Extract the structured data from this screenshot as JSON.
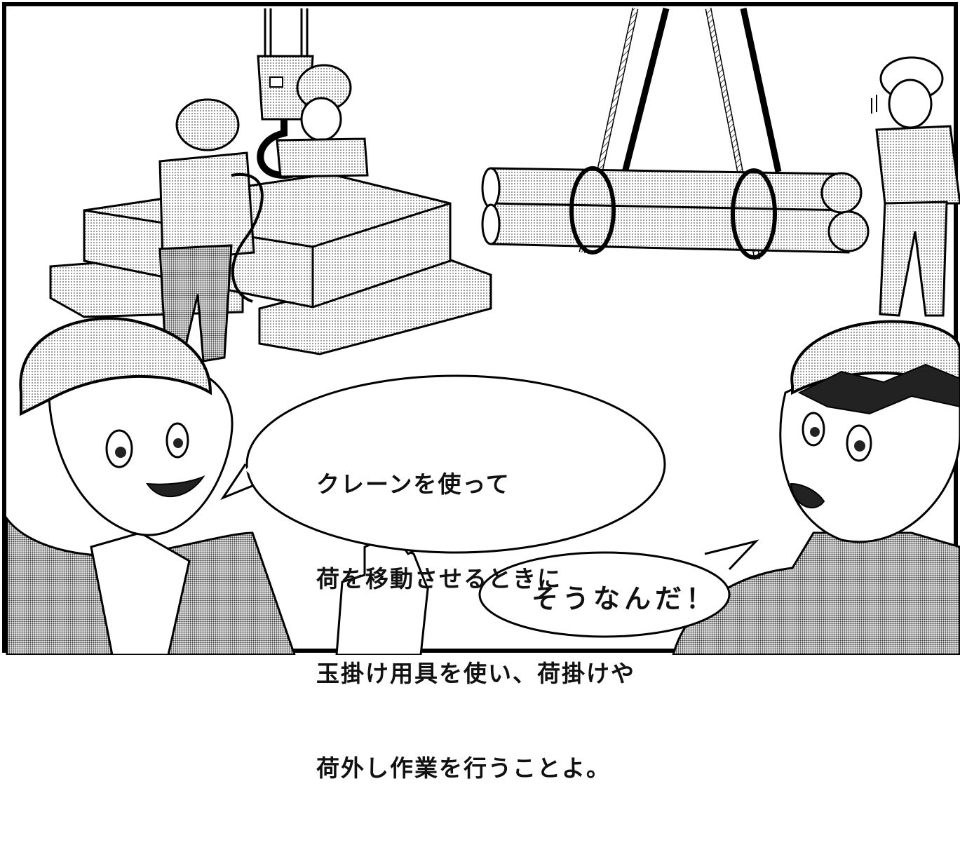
{
  "panel": {
    "speech_left": {
      "lines": [
        "クレーンを使って",
        "荷を移動させるときに",
        "玉掛け用具を使い、荷掛けや",
        "荷外し作業を行うことよ。"
      ]
    },
    "speech_right": {
      "text": "そうなんだ！"
    }
  }
}
